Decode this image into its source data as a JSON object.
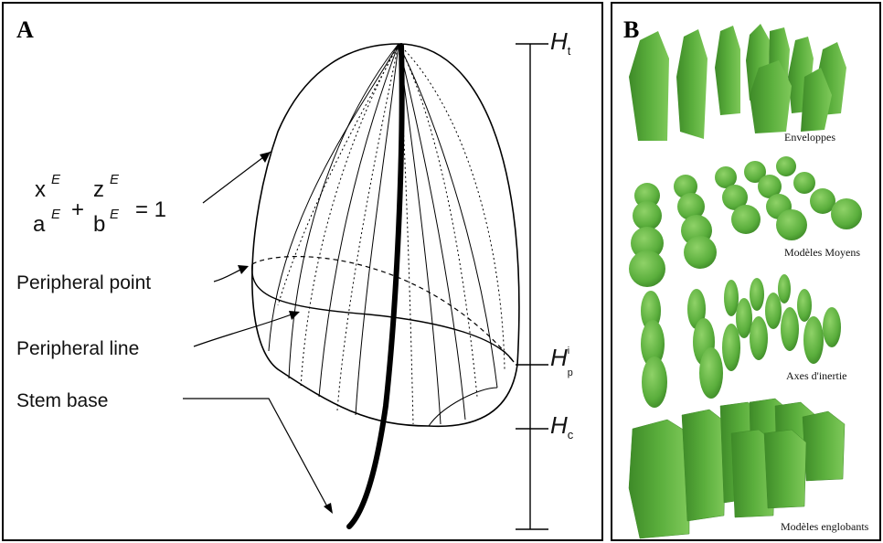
{
  "panel_a": {
    "label": "A",
    "equation": {
      "x": "x",
      "z": "z",
      "a": "a",
      "b": "b",
      "exp": "E",
      "rhs": "= 1",
      "plus": "+"
    },
    "labels": {
      "peripheral_point": "Peripheral point",
      "peripheral_line": "Peripheral line",
      "stem_base": "Stem base"
    },
    "heights": {
      "ht_main": "H",
      "ht_sub": "t",
      "hp_main": "H",
      "hp_sub": "p",
      "hp_sup": "i",
      "hc_main": "H",
      "hc_sub": "c"
    }
  },
  "panel_b": {
    "label": "B",
    "captions": [
      "Enveloppes",
      "Modèles Moyens",
      "Axes d'inertie",
      "Modèles englobants"
    ],
    "colors": {
      "shape_fill": "#5aae3c",
      "shape_dark": "#3e8a28",
      "shape_light": "#7fc95a"
    }
  }
}
